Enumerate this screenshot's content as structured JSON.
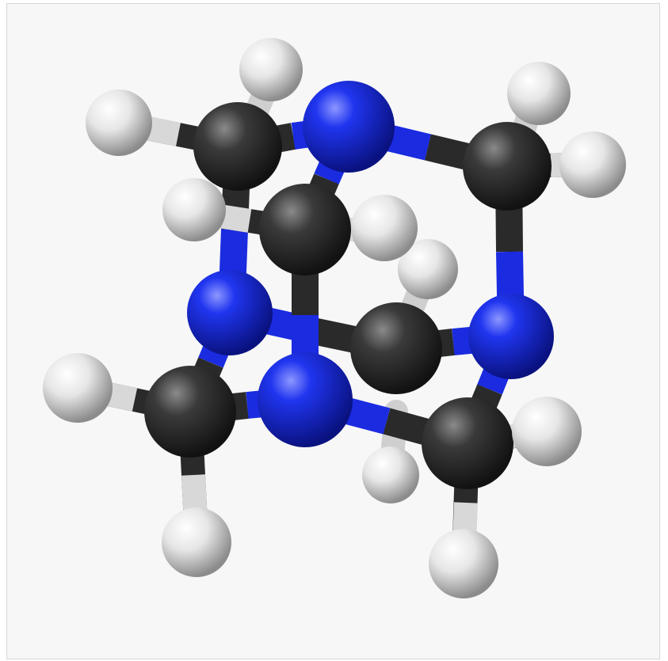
{
  "figure": {
    "colors": {
      "frame_background": "#f7f7f7",
      "frame_border": "#d6d6d6",
      "carbon": "#2e2e2e",
      "nitrogen": "#1a2be0",
      "hydrogen": "#f2f2f2"
    },
    "atom_types": [
      "carbon",
      "nitrogen",
      "hydrogen"
    ]
  }
}
